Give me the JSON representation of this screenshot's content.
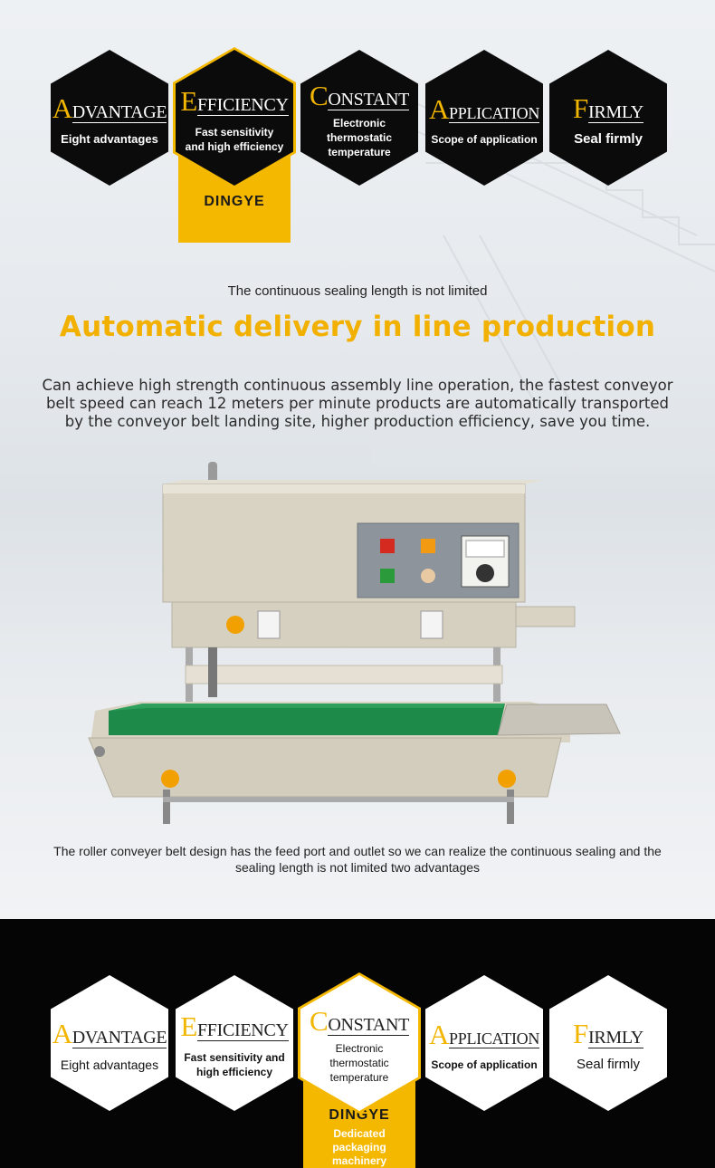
{
  "colors": {
    "accent": "#f5b800",
    "dark_hex": "#0b0b0b",
    "light_hex": "#ffffff",
    "headline": "#f2b000",
    "bottom_bg": "#050505"
  },
  "top_row": [
    {
      "cap": "A",
      "rest": "DVANTAGE",
      "sub": "Eight advantages"
    },
    {
      "cap": "E",
      "rest": "FFICIENCY",
      "sub": "Fast sensitivity and high efficiency"
    },
    {
      "cap": "C",
      "rest": "ONSTANT",
      "sub": "Electronic thermostatic temperature"
    },
    {
      "cap": "A",
      "rest": "PPLICATION",
      "sub": "Scope of application"
    },
    {
      "cap": "F",
      "rest": "IRMLY",
      "sub": "Seal firmly"
    }
  ],
  "top_brand": "DINGYE",
  "subtitle": "The continuous sealing length is not limited",
  "headline": "Automatic delivery in line production",
  "body": "Can achieve high strength continuous assembly line operation, the fastest conveyor belt speed can reach 12 meters per minute products are automatically transported by the conveyor belt landing site, higher production efficiency, save you time.",
  "caption": "The roller conveyer belt design has the feed port and outlet so we can realize the continuous sealing and the sealing length is not limited two advantages",
  "bottom_row": [
    {
      "cap": "A",
      "rest": "DVANTAGE",
      "sub": "Eight advantages"
    },
    {
      "cap": "E",
      "rest": "FFICIENCY",
      "sub": "Fast sensitivity and high efficiency"
    },
    {
      "cap": "C",
      "rest": "ONSTANT",
      "sub": "Electronic thermostatic temperature"
    },
    {
      "cap": "A",
      "rest": "PPLICATION",
      "sub": "Scope of application"
    },
    {
      "cap": "F",
      "rest": "IRMLY",
      "sub": "Seal firmly"
    }
  ],
  "bottom_brand": "DINGYE",
  "bottom_brand_sub": "Dedicated packaging machinery"
}
